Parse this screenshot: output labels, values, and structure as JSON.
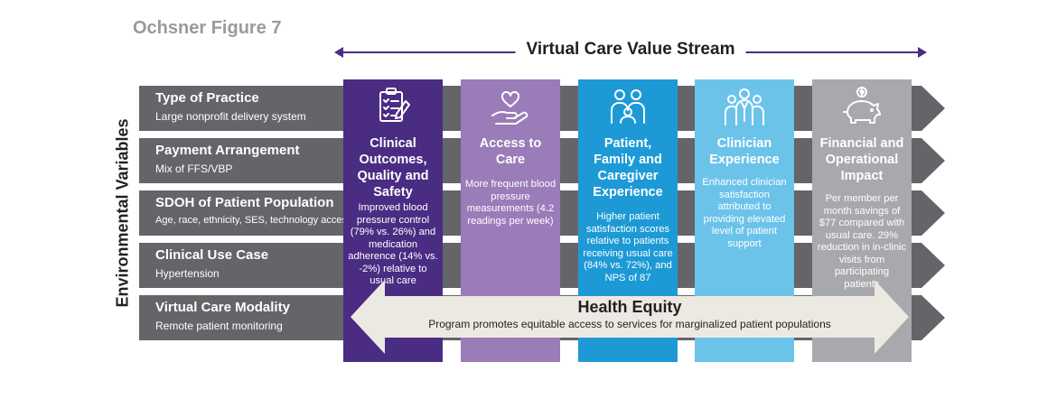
{
  "figure_title": "Ochsner Figure 7",
  "stream": {
    "label": "Virtual Care Value Stream"
  },
  "env_label": "Environmental Variables",
  "bands": [
    {
      "title": "Type of Practice",
      "subtitle": "Large nonprofit delivery system"
    },
    {
      "title": "Payment Arrangement",
      "subtitle": "Mix of FFS/VBP"
    },
    {
      "title": "SDOH of Patient Population",
      "subtitle": "Age, race, ethnicity, SES, technology access"
    },
    {
      "title": "Clinical Use Case",
      "subtitle": "Hypertension"
    },
    {
      "title": "Virtual Care Modality",
      "subtitle": "Remote patient monitoring"
    }
  ],
  "columns": [
    {
      "icon": "clipboard-checklist-icon",
      "color": "#4b2c83",
      "title": "Clinical Outcomes, Quality and Safety",
      "body": "Improved blood pressure control (79% vs. 26%) and medication adherence (14% vs. -2%) relative to usual care"
    },
    {
      "icon": "heart-in-hand-icon",
      "color": "#9a7cb9",
      "title": "Access to Care",
      "body": "More frequent blood pressure measurements (4.2 readings per week)"
    },
    {
      "icon": "family-caregiver-icon",
      "color": "#1d9ad6",
      "title": "Patient, Family and Caregiver Experience",
      "body": "Higher patient satisfaction scores relative to patients receiving usual care (84% vs. 72%), and NPS of 87"
    },
    {
      "icon": "clinicians-icon",
      "color": "#6cc3ea",
      "title": "Clinician Experience",
      "body": "Enhanced clinician satisfaction attributed to providing elevated level of patient support"
    },
    {
      "icon": "piggy-bank-icon",
      "color": "#a8a9ac",
      "title": "Financial and Operational Impact",
      "body": "Per member per month savings of $77 compared with usual care. 29% reduction in in-clinic visits from participating patients"
    }
  ],
  "equity": {
    "title": "Health Equity",
    "subtitle": "Program promotes equitable access to services for marginalized patient populations"
  }
}
